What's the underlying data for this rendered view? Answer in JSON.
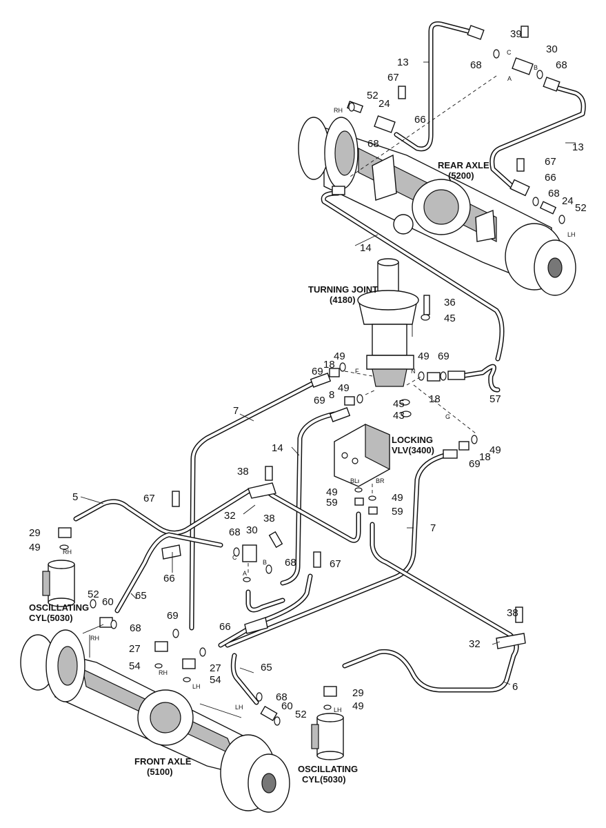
{
  "labels": {
    "rear_axle": [
      "REAR AXLE",
      "(5200)"
    ],
    "front_axle": [
      "FRONT AXLE",
      "(5100)"
    ],
    "turning_joint": [
      "TURNING JOINT",
      "(4180)"
    ],
    "locking_vlv": [
      "LOCKING",
      "VLV(3400)"
    ],
    "osc_cyl_left": [
      "OSCILLATING",
      "CYL(5030)"
    ],
    "osc_cyl_right": [
      "OSCILLATING",
      "CYL(5030)"
    ]
  },
  "callouts": {
    "c39": "39",
    "c30a": "30",
    "c68a": "68",
    "c68b": "68",
    "c13a": "13",
    "c13b": "13",
    "c67a": "67",
    "c52a": "52",
    "c24a": "24",
    "c66a": "66",
    "c68c": "68",
    "c67b": "67",
    "c66b": "66",
    "c68d": "68",
    "c24b": "24",
    "c52b": "52",
    "c14a": "14",
    "c36": "36",
    "c45a": "45",
    "c49a": "49",
    "c18a": "18",
    "c69a": "69",
    "c49b": "49",
    "c69b": "69",
    "c18b": "18",
    "c57": "57",
    "c49c": "49",
    "c69c": "69",
    "c8": "8",
    "c45b": "45",
    "c43": "43",
    "c7a": "7",
    "c14b": "14",
    "c49d": "49",
    "c18c": "18",
    "c69d": "69",
    "c38a": "38",
    "c49e": "49",
    "c49f": "49",
    "c59a": "59",
    "c59b": "59",
    "c7b": "7",
    "c5": "5",
    "c67c": "67",
    "c32a": "32",
    "c38b": "38",
    "c29a": "29",
    "c68e": "68",
    "c30b": "30",
    "c49g": "49",
    "c66c": "66",
    "c68f": "68",
    "c67d": "67",
    "c65a": "65",
    "c52c": "52",
    "c60a": "60",
    "c68g": "68",
    "c69e": "69",
    "c66d": "66",
    "c38c": "38",
    "c32b": "32",
    "c27a": "27",
    "c27b": "27",
    "c54a": "54",
    "c54b": "54",
    "c65b": "65",
    "c29b": "29",
    "c49h": "49",
    "c6": "6",
    "c68h": "68",
    "c60b": "60",
    "c52d": "52"
  },
  "tags": {
    "rh1": "RH",
    "lh1": "LH",
    "rh2": "RH",
    "rh3": "RH",
    "rh4": "RH",
    "lh2": "LH",
    "lh3": "LH",
    "lh4": "LH",
    "a1": "A",
    "b1": "B",
    "c1": "C",
    "a2": "A",
    "b2": "B",
    "c2": "C",
    "f": "F",
    "n": "N",
    "g": "G",
    "bl": "BL",
    "br": "BR"
  }
}
